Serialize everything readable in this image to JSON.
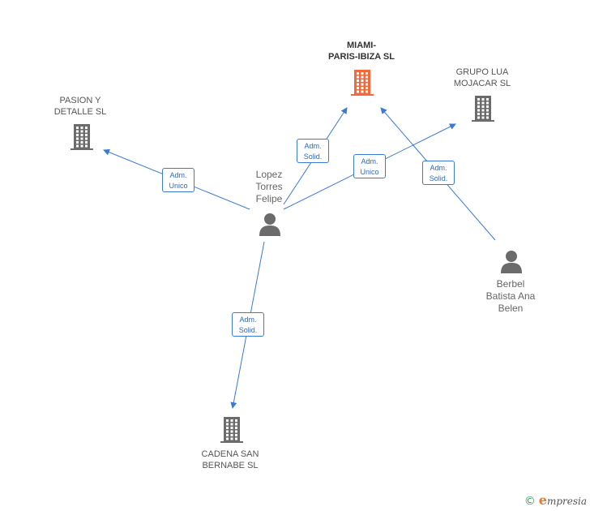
{
  "companies": {
    "miami": {
      "label": "MIAMI-\nPARIS-IBIZA SL",
      "color": "#f26a3c"
    },
    "pasion": {
      "label": "PASION Y\nDETALLE SL",
      "color": "#6b6b6b"
    },
    "grupo": {
      "label": "GRUPO LUA\nMOJACAR SL",
      "color": "#6b6b6b"
    },
    "cadena": {
      "label": "CADENA SAN\nBERNABE SL",
      "color": "#6b6b6b"
    }
  },
  "persons": {
    "lopez": {
      "label": "Lopez\nTorres\nFelipe",
      "color": "#6b6b6b"
    },
    "berbel": {
      "label": "Berbel\nBatista Ana\nBelen",
      "color": "#6b6b6b"
    }
  },
  "relations": [
    {
      "label": "Adm.\nUnico"
    },
    {
      "label": "Adm.\nSolid."
    },
    {
      "label": "Adm.\nUnico"
    },
    {
      "label": "Adm.\nSolid."
    },
    {
      "label": "Adm.\nSolid."
    }
  ],
  "edge_color": "#3a7bd5",
  "footer": {
    "copyright": "©",
    "brand_e": "e",
    "brand_rest": "mpresia"
  }
}
